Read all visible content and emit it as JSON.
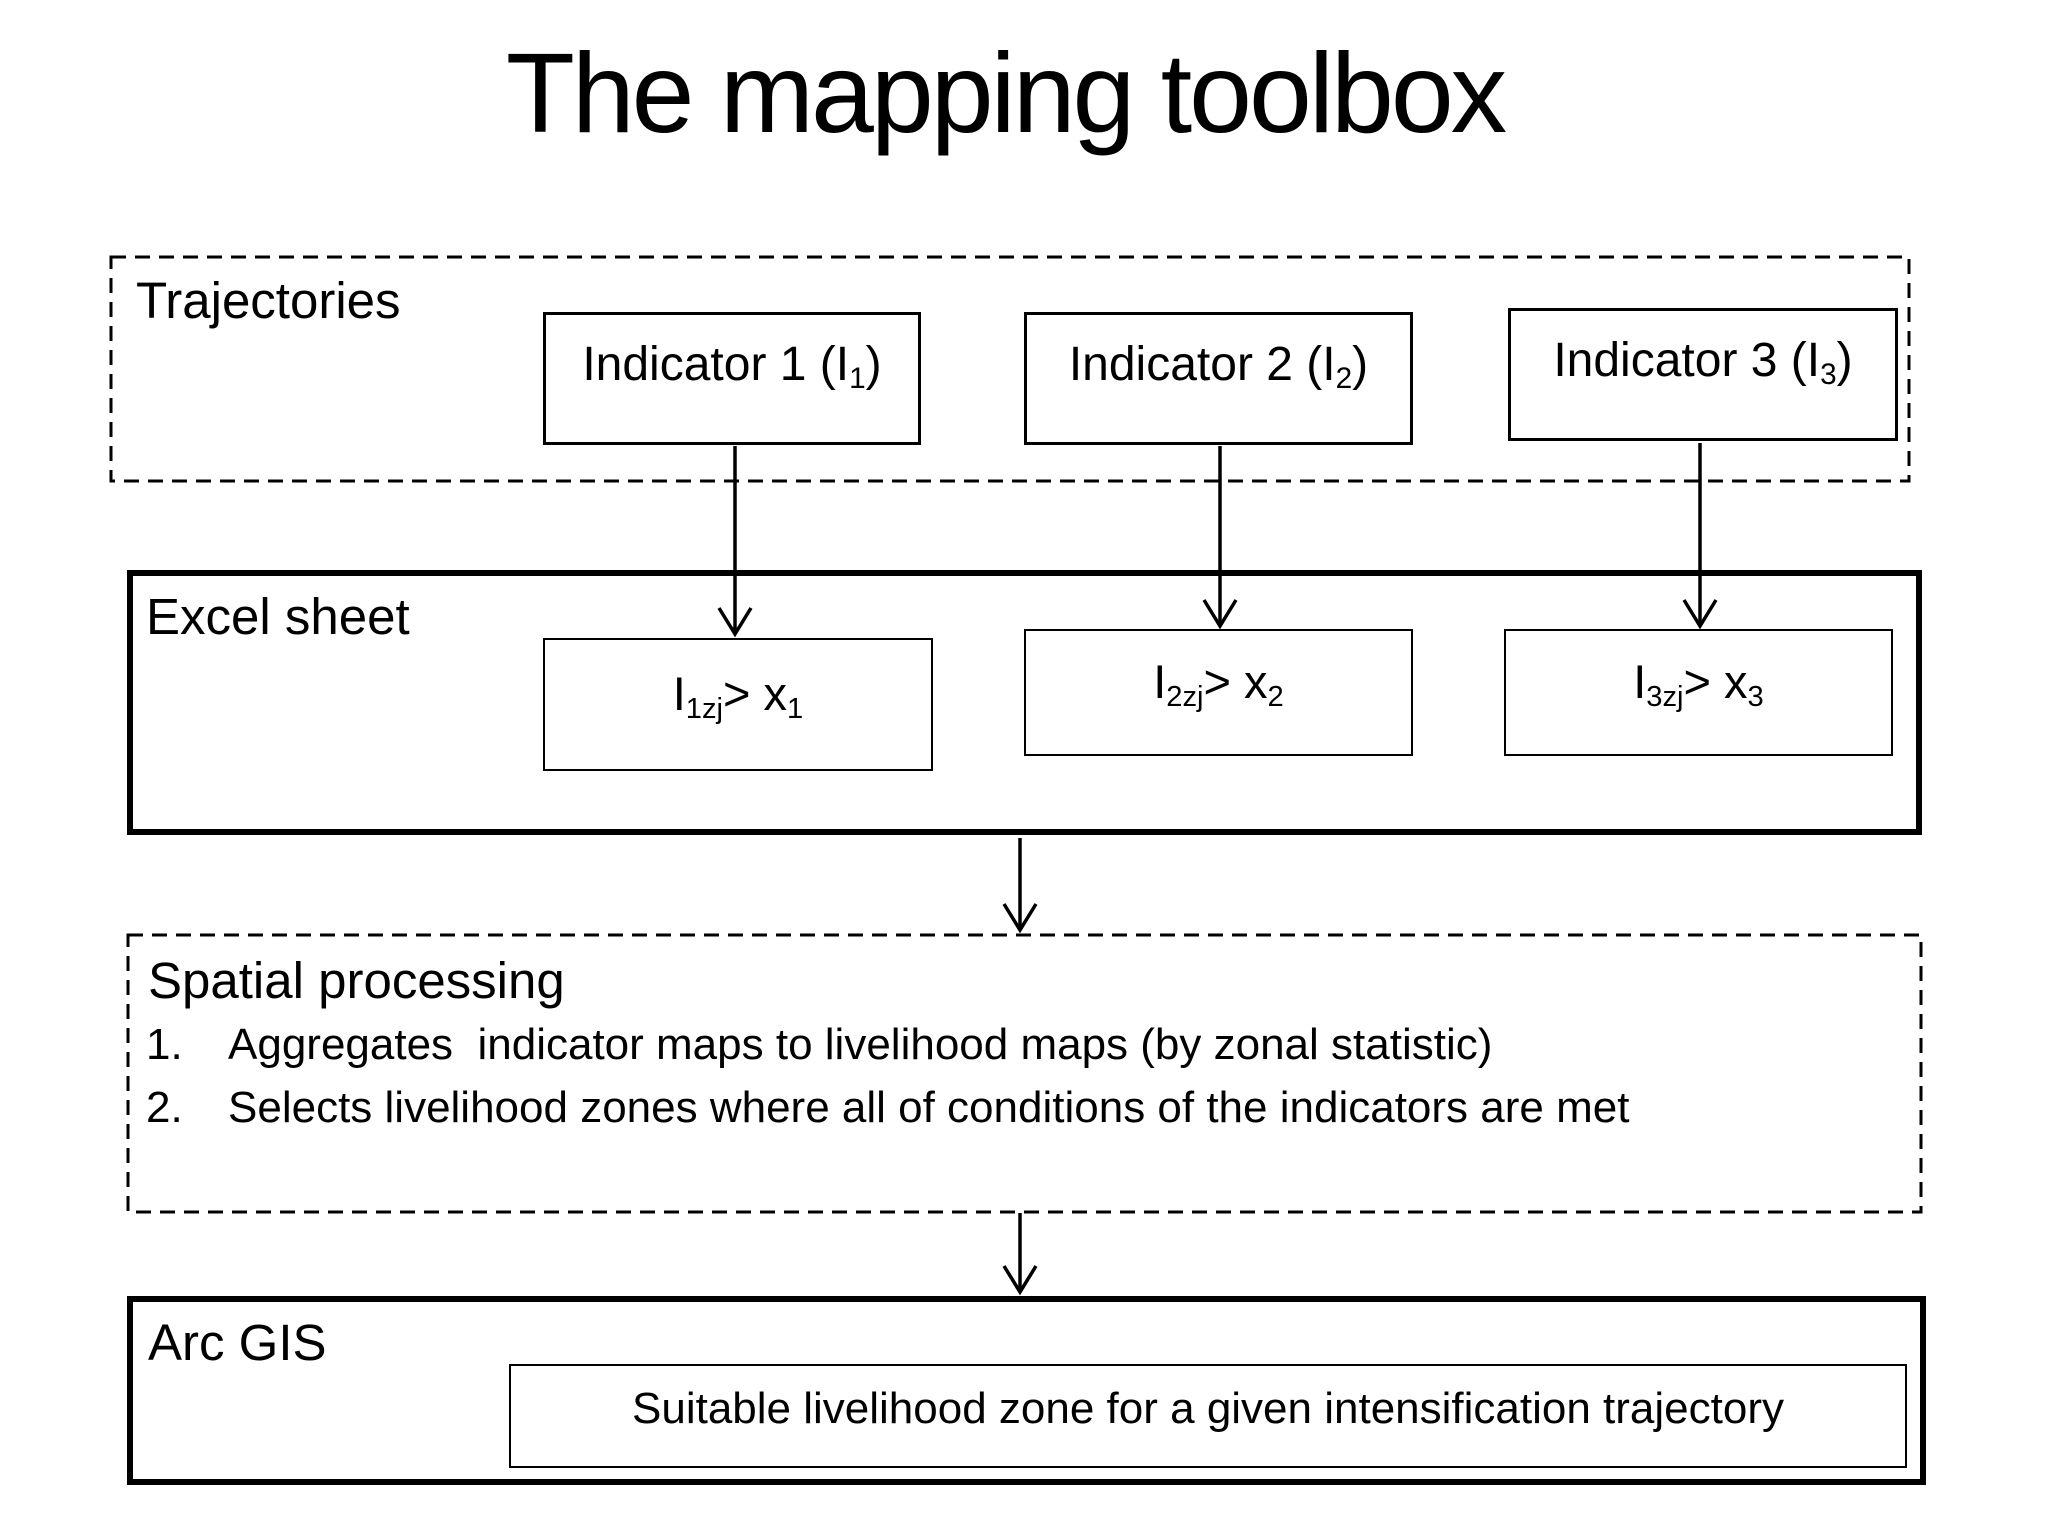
{
  "title": "The mapping toolbox",
  "colors": {
    "ink": "#000000",
    "background": "#ffffff"
  },
  "trajectories": {
    "label": "Trajectories",
    "indicators": [
      {
        "prefix": "Indicator 1 (I",
        "sub": "1",
        "suffix": ")"
      },
      {
        "prefix": "Indicator 2 (I",
        "sub": "2",
        "suffix": ")"
      },
      {
        "prefix": "Indicator 3 (I",
        "sub": "3",
        "suffix": ")"
      }
    ]
  },
  "excel": {
    "label": "Excel sheet",
    "conditions": [
      {
        "base": "I",
        "sub": "1zj",
        "op": "> x",
        "opsub": "1"
      },
      {
        "base": "I",
        "sub": "2zj",
        "op": "> x",
        "opsub": "2"
      },
      {
        "base": "I",
        "sub": "3zj",
        "op": "> x",
        "opsub": "3"
      }
    ]
  },
  "spatial": {
    "label": "Spatial processing",
    "steps": [
      {
        "num": "1.",
        "text": "Aggregates  indicator maps to livelihood maps (by zonal statistic)"
      },
      {
        "num": "2.",
        "text": "Selects livelihood zones where all of conditions of the indicators are met"
      }
    ]
  },
  "arcgis": {
    "label": "Arc GIS",
    "result": "Suitable livelihood zone for a given intensification trajectory"
  }
}
